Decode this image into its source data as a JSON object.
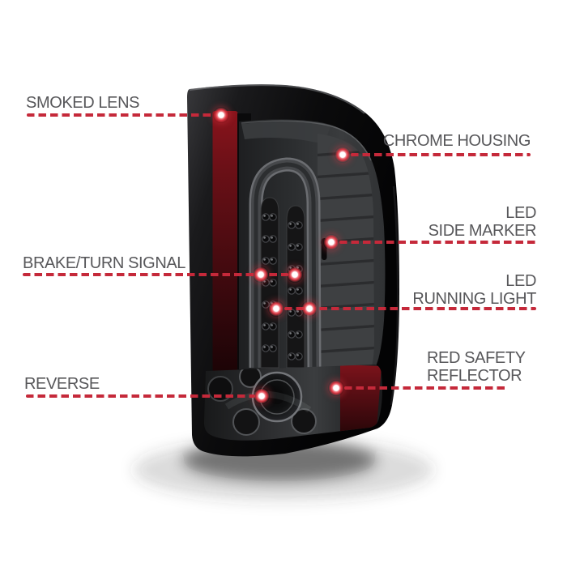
{
  "product": {
    "name": "smoked-led-taillight",
    "colors": {
      "callout_red": "#c5293a",
      "label_gray": "#57575a",
      "housing_black": "#0b0b0c",
      "lens_smoke": "#2e3032",
      "reflector_red": "#5a0e13"
    }
  },
  "callouts": {
    "smoked_lens": {
      "label": "SMOKED LENS"
    },
    "chrome_housing": {
      "label": "CHROME HOUSING"
    },
    "led_side_marker": {
      "label": "LED\nSIDE MARKER"
    },
    "brake_turn_signal": {
      "label": "BRAKE/TURN SIGNAL"
    },
    "led_running_light": {
      "label": "LED\nRUNNING LIGHT"
    },
    "red_safety_reflector": {
      "label": "RED SAFETY\nREFLECTOR"
    },
    "reverse": {
      "label": "REVERSE"
    }
  }
}
